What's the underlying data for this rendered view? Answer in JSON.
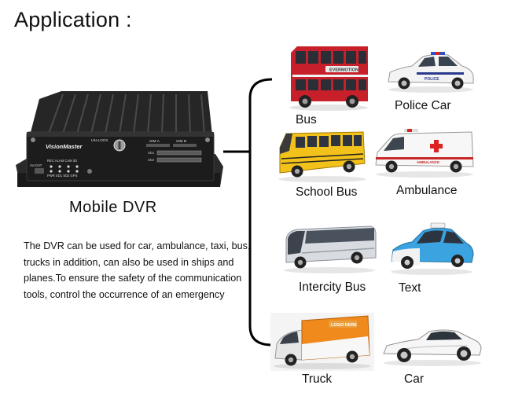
{
  "heading": "Application :",
  "dvr": {
    "caption": "Mobile  DVR",
    "brand": "VisionMaster",
    "lock_label": "UN-LOCK",
    "sim_a": "SIM A",
    "sim_b": "SIM B",
    "panel_row1": "REC  ALAM  CAM  3G",
    "panel_av": "AV-OUT",
    "panel_row2": "PWR  SD1  SD2  GPS",
    "sd1": "SD1",
    "sd2": "SD2"
  },
  "description": "The DVR can be used for  car,  ambulance, taxi, bus, trucks in addition, can also be used in ships and planes.To ensure the safety of the communication tools, control the occurrence of an emergency",
  "vehicles": [
    {
      "label": "Bus",
      "icon": "double-decker-bus-icon"
    },
    {
      "label": "Police Car",
      "icon": "police-car-icon"
    },
    {
      "label": "School Bus",
      "icon": "school-bus-icon"
    },
    {
      "label": "Ambulance",
      "icon": "ambulance-icon"
    },
    {
      "label": "Intercity Bus",
      "icon": "intercity-bus-icon"
    },
    {
      "label": "Text",
      "icon": "taxi-icon"
    },
    {
      "label": "Truck",
      "icon": "truck-icon"
    },
    {
      "label": "Car",
      "icon": "sports-car-icon"
    }
  ],
  "bus_sign": "EVERMOTION",
  "ambulance_text": "AMBULANCE",
  "truck_text": "LOGO HERE",
  "colors": {
    "bus_red": "#c8202a",
    "school_bus_yellow": "#f2c21a",
    "taxi_blue": "#3aa3e0",
    "truck_orange": "#f08a1c",
    "dvr_black": "#1c1c1c",
    "bracket": "#000000"
  }
}
